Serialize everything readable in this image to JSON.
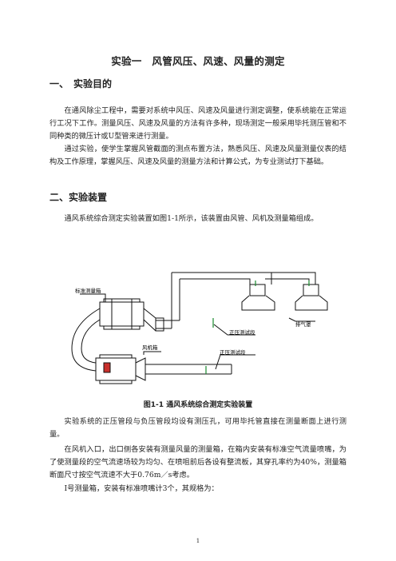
{
  "title": "实验一　风管风压、风速、风量的测定",
  "section1": {
    "heading": "一、　实验目的",
    "p1": "在通风除尘工程中，需要对系统中风压、风速及风量进行测定调整，使系统能在正常运行工况下工作。测量风压、风速及风量的方法有许多种，现场测定一般采用毕托测压管和不同种类的微压计或U型管来进行测量。",
    "p2": "通过实验，使学生掌握风管截面的测点布置方法，熟悉风压、风速及风量测量仪表的结构及工作原理，掌握风压、风速及风量的测量方法和计算公式，为专业测试打下基础。"
  },
  "section2": {
    "heading": "二、实验装置",
    "p1": "通风系统综合测定实验装置如图1-1所示，该装置由风管、风机及测量箱组成。",
    "p2": "实验系统的正压管段与负压管段均设有测压孔，可用毕托管直接在测量断面上进行测量。",
    "p3": "在风机入口，出口侧各安装有测量风量的测量箱，在箱内安装有标准空气流量喷嘴，为了使测量段的空气流速场较为均匀、在喷咀前后各设有整流板，其穿孔率约为40%，测量箱断面尺寸按空气流速不大于0.76m／s考虑。",
    "p4": "Ⅰ号测量箱，安装有标准喷嘴计3个，其规格为："
  },
  "figure": {
    "label_measure_box": "标准测量箱",
    "label_fan_box": "风机箱",
    "label_positive": "正压测试段",
    "label_negative": "正压测试段",
    "label_hood": "排气罩",
    "caption": "图1-1 通风系统综合测定实验装置"
  },
  "page_number": "1"
}
